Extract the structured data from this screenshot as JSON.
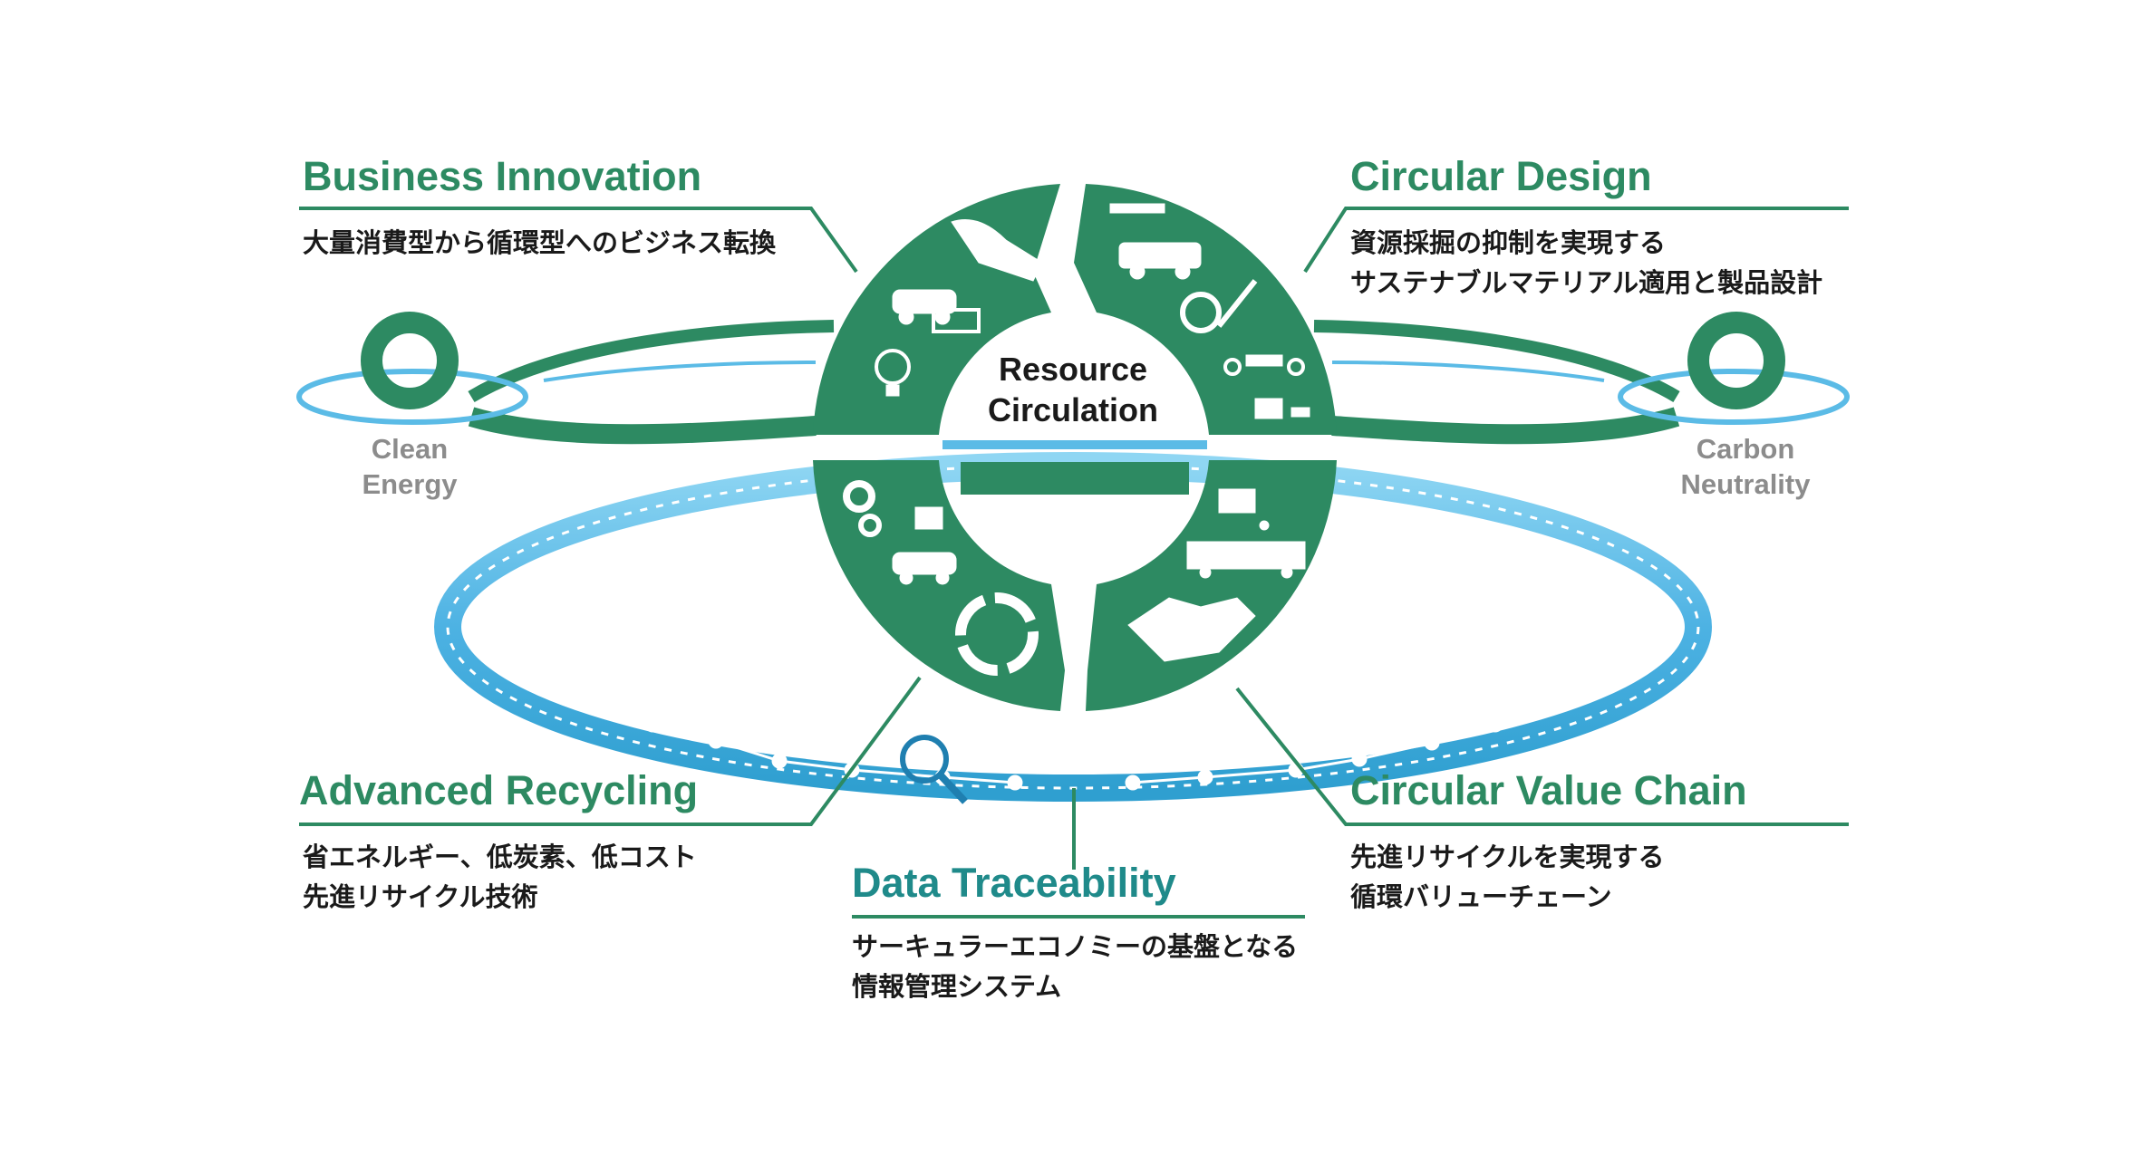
{
  "center": {
    "line1": "Resource",
    "line2": "Circulation"
  },
  "sections": {
    "business_innovation": {
      "title": "Business Innovation",
      "desc": [
        "大量消費型から循環型へのビジネス転換"
      ]
    },
    "circular_design": {
      "title": "Circular Design",
      "desc": [
        "資源採掘の抑制を実現する",
        "サステナブルマテリアル適用と製品設計"
      ]
    },
    "advanced_recycling": {
      "title": "Advanced Recycling",
      "desc": [
        "省エネルギー、低炭素、低コスト",
        "先進リサイクル技術"
      ]
    },
    "circular_value_chain": {
      "title": "Circular Value Chain",
      "desc": [
        "先進リサイクルを実現する",
        "循環バリューチェーン"
      ]
    },
    "data_traceability": {
      "title": "Data Traceability",
      "desc": [
        "サーキュラーエコノミーの基盤となる",
        "情報管理システム"
      ]
    }
  },
  "side_nodes": {
    "left": {
      "line1": "Clean",
      "line2": "Energy"
    },
    "right": {
      "line1": "Carbon",
      "line2": "Neutrality"
    }
  },
  "colors": {
    "green": "#2d8a62",
    "teal": "#1f8a8a",
    "light_blue": "#5bbbe6",
    "deep_blue": "#2f9fd0",
    "gray_text": "#8c8c8c",
    "dark_text": "#1a1a1a"
  },
  "icons": [
    "handshake-device-icon",
    "car-icon",
    "battery-icon",
    "lightbulb-icon",
    "factory-robot-icon",
    "car-parts-icon",
    "recycle-design-icon",
    "pencil-icon",
    "motorcycle-icon",
    "parts-icon",
    "gears-icon",
    "car-door-icon",
    "car-lift-icon",
    "recycle-icon",
    "crushing-icon",
    "truck-icon",
    "handshake-icon",
    "magnifier-icon"
  ]
}
